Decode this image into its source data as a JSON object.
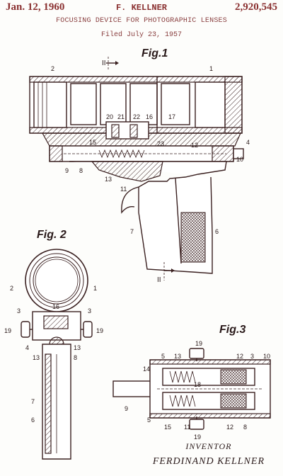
{
  "header": {
    "date": "Jan. 12, 1960",
    "inventor": "F. KELLNER",
    "patent_number": "2,920,545",
    "title": "FOCUSING DEVICE FOR PHOTOGRAPHIC LENSES",
    "filed": "Filed July 23, 1957"
  },
  "figures": {
    "fig1": "Fig.1",
    "fig2": "Fig. 2",
    "fig3": "Fig.3"
  },
  "section_marks": {
    "top": "II",
    "bottom": "II"
  },
  "fig1_refs": [
    "1",
    "2",
    "20",
    "21",
    "22",
    "16",
    "17",
    "15",
    "23",
    "12",
    "4",
    "10",
    "9",
    "8",
    "13",
    "11",
    "7",
    "6"
  ],
  "fig2_refs": [
    "2",
    "1",
    "3",
    "16",
    "3",
    "19",
    "19",
    "4",
    "13",
    "13",
    "8",
    "7",
    "6"
  ],
  "fig3_refs": [
    "19",
    "5",
    "13",
    "12",
    "3",
    "10",
    "14",
    "18",
    "9",
    "5",
    "15",
    "11",
    "12",
    "8",
    "19"
  ],
  "signature": {
    "label": "INVENTOR",
    "name": "FERDINAND KELLNER"
  },
  "colors": {
    "header_text": "#8a3030",
    "ink": "#3a2020",
    "paper": "#fdfdfb"
  }
}
